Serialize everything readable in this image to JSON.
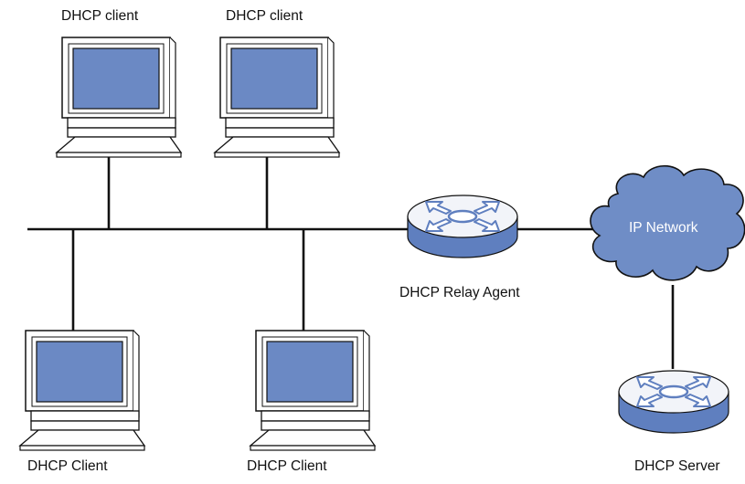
{
  "labels": {
    "client_top_1": "DHCP client",
    "client_top_2": "DHCP client",
    "client_bottom_1": "DHCP Client",
    "client_bottom_2": "DHCP Client",
    "relay_agent": "DHCP Relay Agent",
    "ip_network": "IP Network",
    "dhcp_server": "DHCP Server"
  },
  "icons": {
    "computer": "desktop-computer-icon",
    "router": "router-icon",
    "cloud": "cloud-icon"
  },
  "colors": {
    "screen": "#6b89c4",
    "router_fill": "#7d99cf",
    "cloud_fill": "#6f8dc6",
    "line": "#111111"
  }
}
